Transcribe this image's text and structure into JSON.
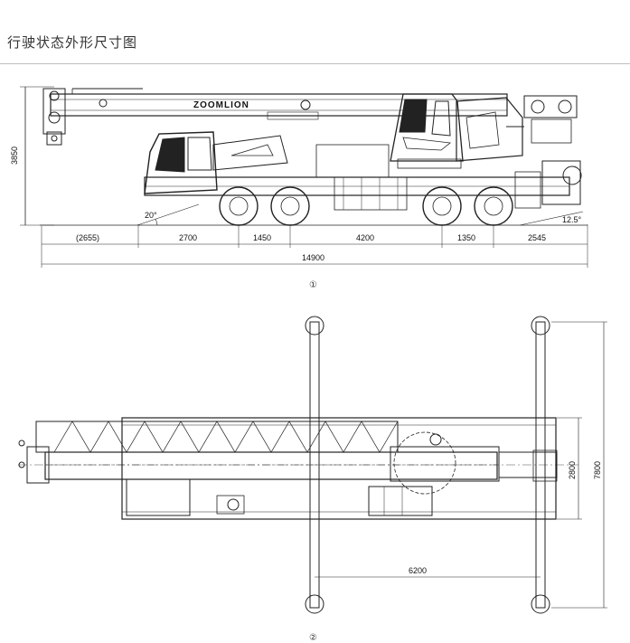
{
  "page": {
    "title": "行驶状态外形尺寸图"
  },
  "side_view": {
    "brand": "ZOOMLION",
    "height_dim": "3850",
    "approach_angle": "20°",
    "departure_angle": "12.5°",
    "dims": [
      "(2655)",
      "2700",
      "1450",
      "4200",
      "1350",
      "2545"
    ],
    "total_length": "14900",
    "marker": "①"
  },
  "top_view": {
    "outrigger_span": "6200",
    "body_width": "2800",
    "outrigger_width": "7800",
    "marker": "②"
  }
}
